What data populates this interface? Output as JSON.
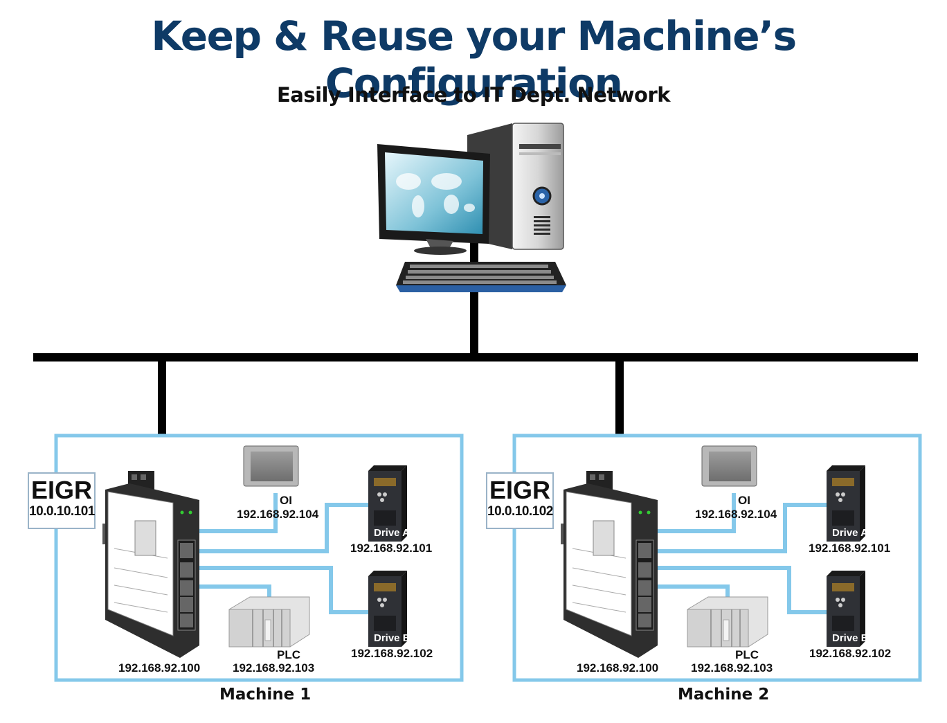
{
  "title": "Keep & Reuse your Machine’s Configuration",
  "subtitle": "Easily Interface to IT Dept. Network",
  "colors": {
    "title": "#0e3a66",
    "network_line": "#000000",
    "machine_border": "#84c8ea",
    "cable": "#84c8ea"
  },
  "machines": [
    {
      "name": "Machine 1",
      "eigr": {
        "label": "EIGR",
        "wan_ip": "10.0.10.101",
        "lan_ip": "192.168.92.100"
      },
      "oi": {
        "label": "OI",
        "ip": "192.168.92.104"
      },
      "drive_a": {
        "label": "Drive A",
        "ip": "192.168.92.101"
      },
      "drive_b": {
        "label": "Drive B",
        "ip": "192.168.92.102"
      },
      "plc": {
        "label": "PLC",
        "ip": "192.168.92.103"
      }
    },
    {
      "name": "Machine 2",
      "eigr": {
        "label": "EIGR",
        "wan_ip": "10.0.10.102",
        "lan_ip": "192.168.92.100"
      },
      "oi": {
        "label": "OI",
        "ip": "192.168.92.104"
      },
      "drive_a": {
        "label": "Drive A",
        "ip": "192.168.92.101"
      },
      "drive_b": {
        "label": "Drive B",
        "ip": "192.168.92.102"
      },
      "plc": {
        "label": "PLC",
        "ip": "192.168.92.103"
      }
    }
  ]
}
